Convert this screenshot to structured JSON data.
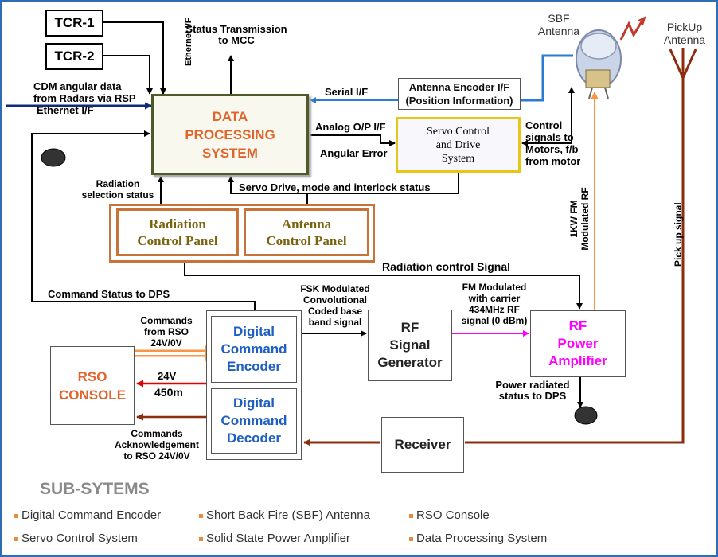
{
  "blocks": {
    "tcr1": "TCR-1",
    "tcr2": "TCR-2",
    "dps": [
      "DATA",
      "PROCESSING",
      "SYSTEM"
    ],
    "antenna_encoder": [
      "Antenna Encoder I/F",
      "(Position Information)"
    ],
    "servo": [
      "Servo Control",
      "and Drive",
      "System"
    ],
    "radiation_panel": [
      "Radiation",
      "Control Panel"
    ],
    "antenna_panel": [
      "Antenna",
      "Control Panel"
    ],
    "dce": [
      "Digital",
      "Command",
      "Encoder"
    ],
    "dcd": [
      "Digital",
      "Command",
      "Decoder"
    ],
    "rf_gen": [
      "RF",
      "Signal",
      "Generator"
    ],
    "rf_amp": [
      "RF",
      "Power",
      "Amplifier"
    ],
    "rso": [
      "RSO",
      "CONSOLE"
    ],
    "receiver": "Receiver",
    "sbf_antenna": [
      "SBF",
      "Antenna"
    ],
    "pickup_antenna": [
      "PickUp",
      "Antenna"
    ]
  },
  "labels": {
    "status_tx": [
      "Status Transmission",
      "to MCC"
    ],
    "ethernet_vertical": "Ethernet I/F",
    "cdm": [
      "CDM angular data",
      "from Radars via RSP",
      "Ethernet I/F"
    ],
    "serial": "Serial I/F",
    "analog": "Analog O/P I/F",
    "angular_error": "Angular Error",
    "control_signals": [
      "Control",
      "signals to",
      "Motors, f/b",
      "from motor"
    ],
    "radiation_sel": [
      "Radiation",
      "selection status"
    ],
    "servo_drive": "Servo Drive, mode and interlock status",
    "radiation_ctrl": "Radiation control Signal",
    "cmd_status": "Command Status to DPS",
    "fsk": [
      "FSK Modulated",
      "Convolutional",
      "Coded base",
      "band signal"
    ],
    "fm_mod": [
      "FM Modulated",
      "with carrier",
      "434MHz RF",
      "signal (0 dBm)"
    ],
    "commands_from": [
      "Commands",
      "from RSO",
      "24V/0V"
    ],
    "v24": "24V",
    "m450": "450m",
    "commands_ack": [
      "Commands",
      "Acknowledgement",
      "to RSO 24V/0V"
    ],
    "power_radiated": [
      "Power radiated",
      "status to DPS"
    ],
    "kw_fm": [
      "1KW  FM",
      "Modulated RF"
    ],
    "pickup_signal": "Pick up signal"
  },
  "subsystems": {
    "title": "SUB-SYTEMS",
    "items": [
      "Digital Command Encoder",
      "Short Back Fire (SBF) Antenna",
      "RSO Console",
      "Servo Control System",
      "Solid State Power Amplifier",
      "Data Processing System"
    ]
  },
  "colors": {
    "frame": "#2e6db4",
    "dps_border": "#4f5a2a",
    "dps_text": "#e0642b",
    "servo_border": "#e6c619",
    "panel_border": "#c8733a",
    "panel_text": "#7a6410",
    "dc_text": "#1f5fc4",
    "rso_text": "#e0642b",
    "rf_text": "#ff00ff",
    "cmd_arrow": "#f79646",
    "red_arrow": "#e00000",
    "brown": "#8b2d0e",
    "magenta": "#ff00ff",
    "serial_blue": "#2b7bd6",
    "cdm_navy": "#0e2a7a",
    "legend_bullet": "#e98a3c"
  }
}
